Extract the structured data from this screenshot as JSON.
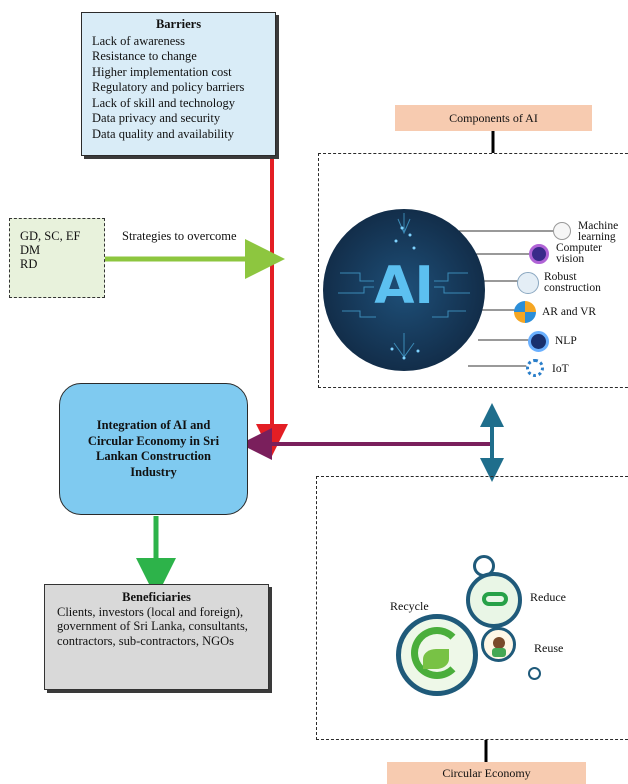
{
  "barriers": {
    "title": "Barriers",
    "items": [
      "Lack of awareness",
      "Resistance to change",
      "Higher implementation cost",
      "Regulatory and policy barriers",
      "Lack of skill and technology",
      "Data privacy and security",
      "Data quality and availability"
    ]
  },
  "strategies": {
    "items": [
      "GD, SC, EF",
      "DM",
      "RD"
    ],
    "label": "Strategies to overcome"
  },
  "integration": {
    "title": "Integration of AI and Circular Economy in Sri Lankan Construction Industry"
  },
  "beneficiaries": {
    "title": "Beneficiaries",
    "text": "Clients, investors (local and foreign), government of Sri Lanka, consultants, contractors, sub-contractors, NGOs"
  },
  "ai_components": {
    "label": "Components of AI",
    "center_text": "AI",
    "items": [
      {
        "label1": "Machine",
        "label2": "learning",
        "icon": "brain-icon"
      },
      {
        "label1": "Computer",
        "label2": "vision",
        "icon": "eye-icon"
      },
      {
        "label1": "Robust",
        "label2": "construction",
        "icon": "robot-arm-icon"
      },
      {
        "label1": "AR and VR",
        "label2": "",
        "icon": "vr-headset-icon"
      },
      {
        "label1": "NLP",
        "label2": "",
        "icon": "chat-icon"
      },
      {
        "label1": "IoT",
        "label2": "",
        "icon": "iot-icon"
      }
    ]
  },
  "circular_economy": {
    "label": "Circular Economy",
    "recycle": "Recycle",
    "reduce": "Reduce",
    "reuse": "Reuse"
  },
  "colors": {
    "barrier_arrow": "#e31e24",
    "strategy_arrow": "#8dc63f",
    "merge_arrow": "#7a1f5c",
    "beneficiary_arrow": "#2db34a",
    "link_arrow": "#1f6e8c"
  }
}
